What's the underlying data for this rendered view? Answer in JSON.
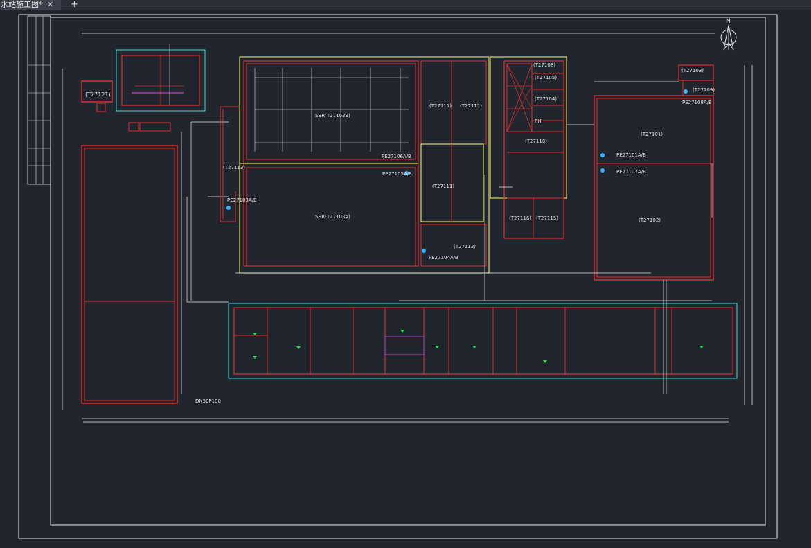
{
  "tab": {
    "title": "水站施工图*",
    "close_glyph": "✕",
    "add_glyph": "+"
  },
  "compass": {
    "label": "N"
  },
  "colors": {
    "background": "#21252d",
    "frame": "#e6e6e6",
    "wall": "#e03030",
    "structure": "#ffff66",
    "annex": "#37d7d7",
    "pipe": "#e8e8e8",
    "equipment": "#37b3ff",
    "level_mark": "#33dd55"
  },
  "labels": {
    "t27121": "(T27121)",
    "t27113": "(T27113)",
    "t27112": "(T27112)",
    "t27111a": "(T27111)",
    "t27111b": "(T27111)",
    "t27111c": "(T27111)",
    "t27110": "(T27110)",
    "t27116": "(T27116)",
    "t27115": "(T27115)",
    "t27101": "(T27101)",
    "t27102": "(T27102)",
    "t27103": "(T27103)",
    "t27109": "(T27109)",
    "t27108": "(T27108)",
    "t27105": "(T27105)",
    "t27104": "(T27104)",
    "sbr_b": "SBR(T27103B)",
    "sbr_a": "SBR(T27103A)",
    "pe27103": "PE27103A/B",
    "pe27101": "PE27101A/B",
    "pe27106": "PE27106A/B",
    "pe27104": "PE27104A/B",
    "pe27105": "PE27105A/B",
    "pe27108": "PE27108A/B",
    "pe27107": "PE27107A/B",
    "ph": "PH",
    "dn": "DN50F100"
  }
}
